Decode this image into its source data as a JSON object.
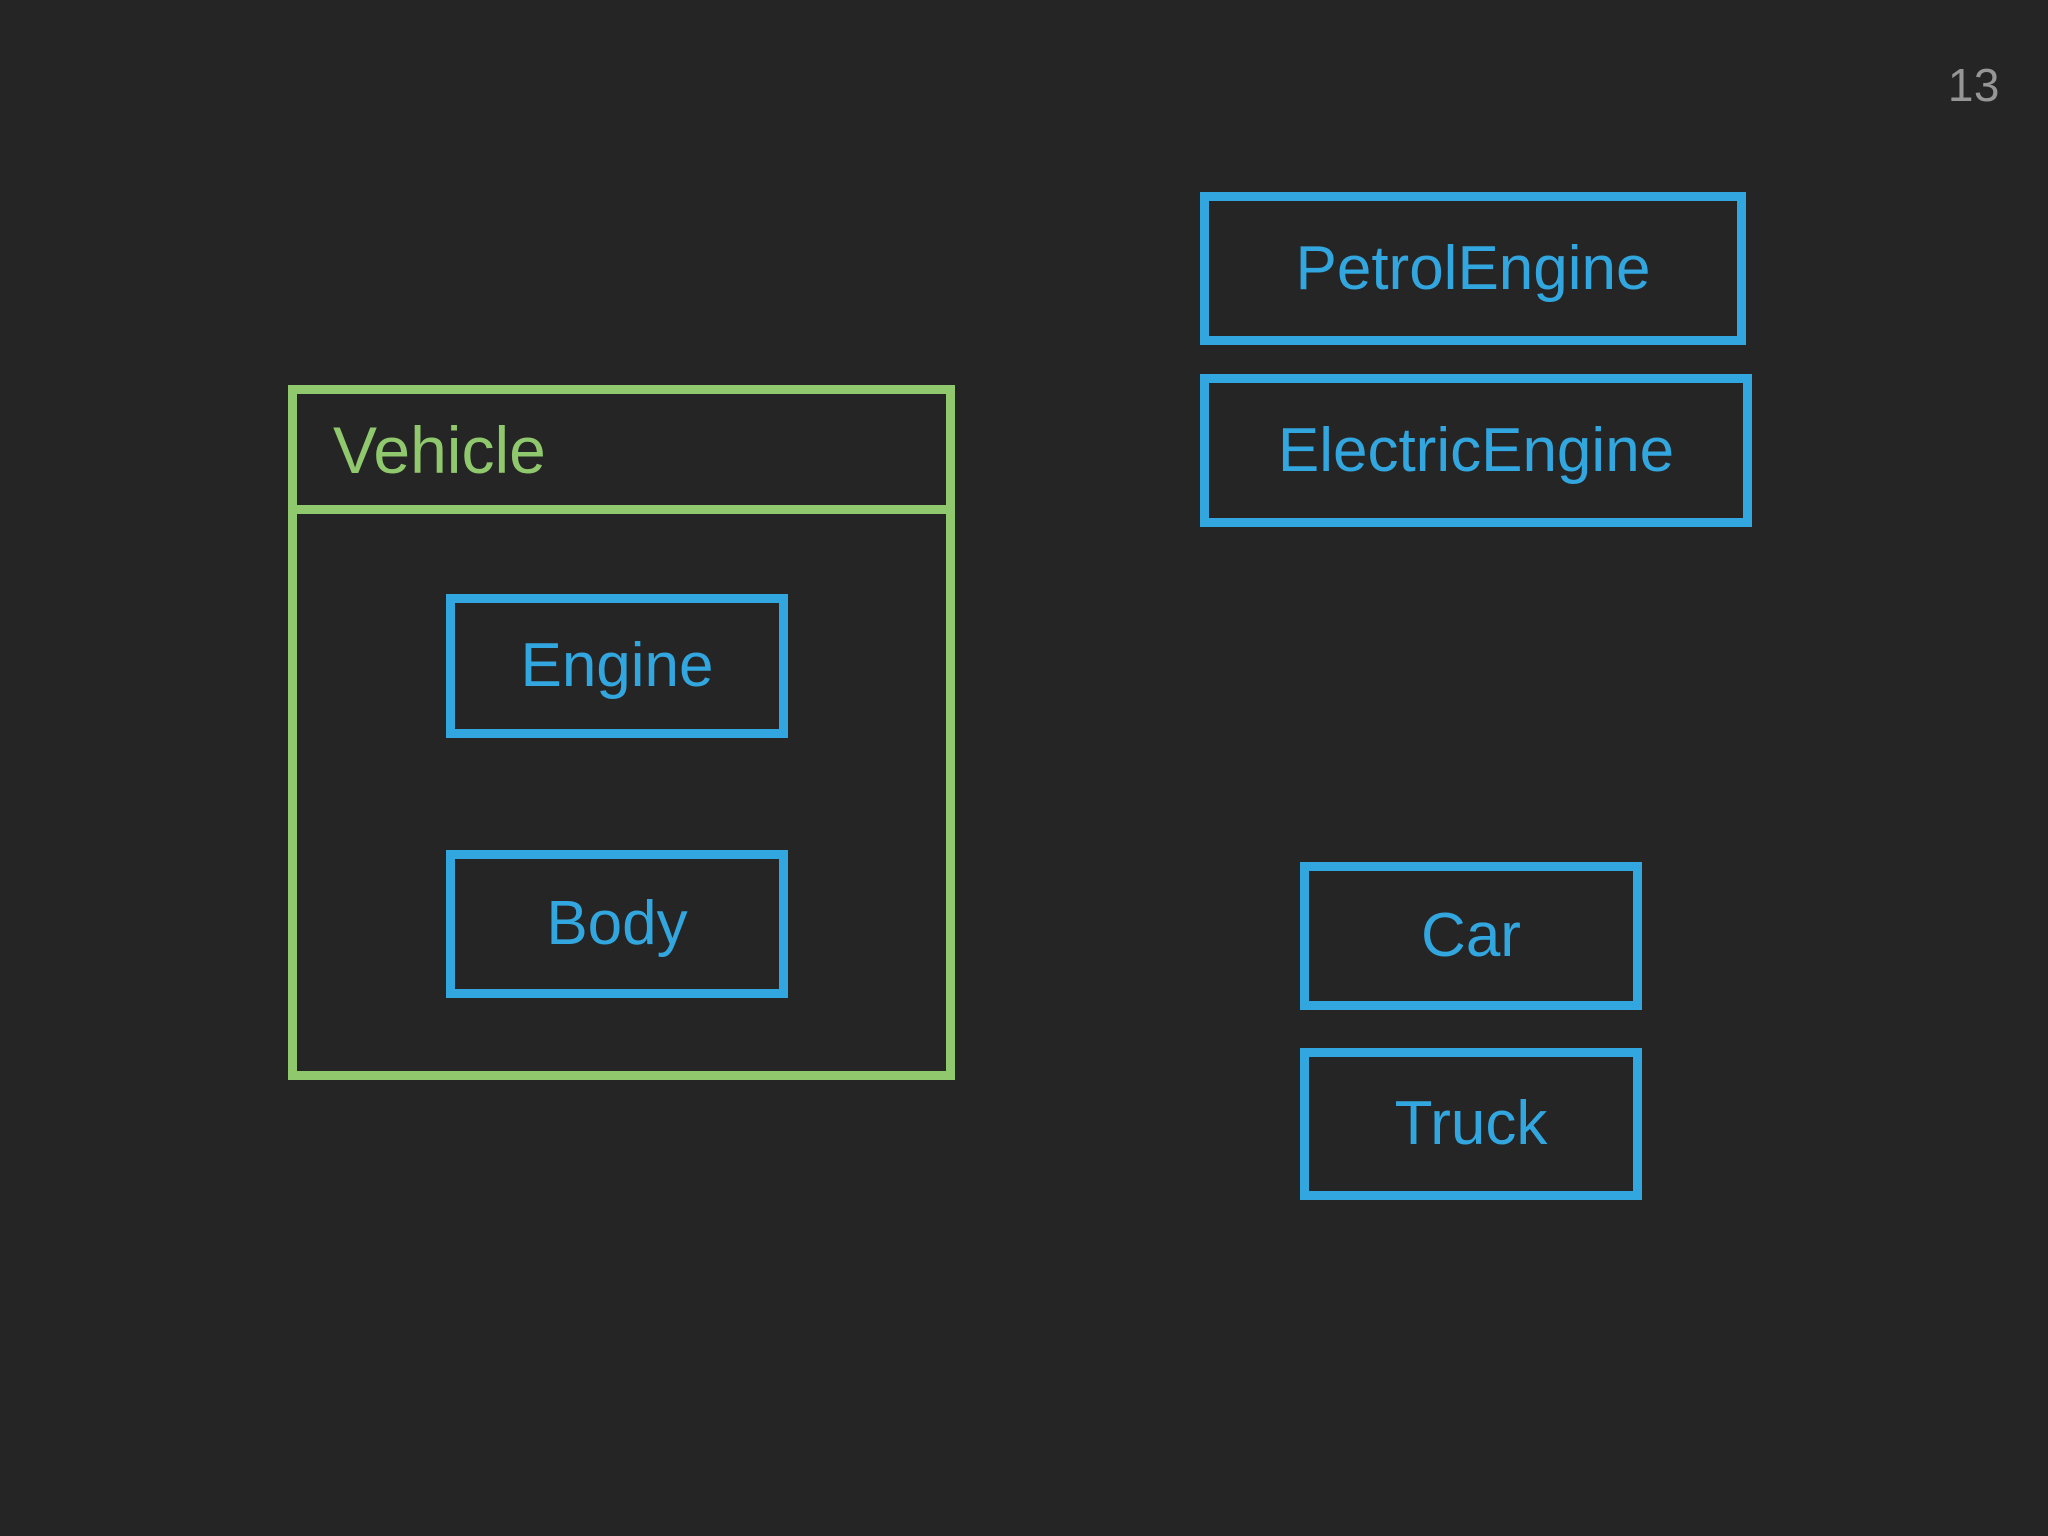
{
  "slide": {
    "page_number": "13",
    "background_color": "#262525",
    "accent_green": "#8FC86D",
    "accent_blue": "#32A6DE",
    "page_number_color": "#969696"
  },
  "diagram": {
    "type": "composition-diagram",
    "container": {
      "title": "Vehicle",
      "color": "#8FC86D",
      "members": [
        {
          "label": "Engine",
          "color": "#32A6DE"
        },
        {
          "label": "Body",
          "color": "#32A6DE"
        }
      ]
    },
    "right_column": {
      "engine_variants": [
        {
          "label": "PetrolEngine",
          "color": "#32A6DE"
        },
        {
          "label": "ElectricEngine",
          "color": "#32A6DE"
        }
      ],
      "vehicle_variants": [
        {
          "label": "Car",
          "color": "#32A6DE"
        },
        {
          "label": "Truck",
          "color": "#32A6DE"
        }
      ]
    }
  }
}
